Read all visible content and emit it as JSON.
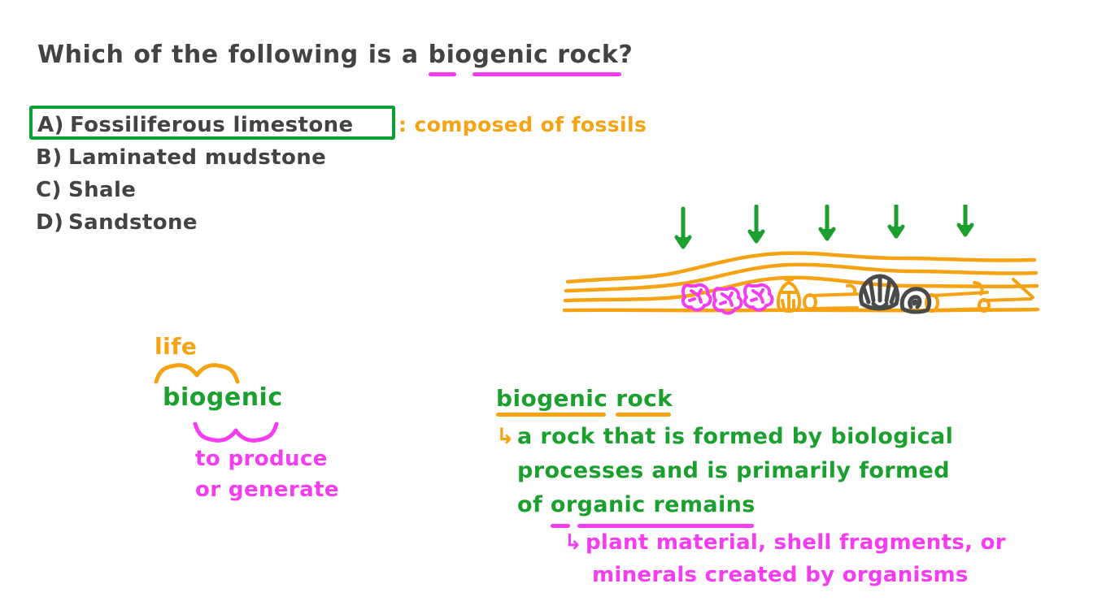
{
  "question": {
    "prefix": "Which of the following is a",
    "words": [
      "Which",
      "of",
      "the",
      "following",
      "is",
      "a"
    ],
    "term_part1": "bio",
    "term_part2": "genic rock?",
    "full": "Which of the following is a biogenic rock?"
  },
  "options": [
    {
      "label": "A)",
      "text": "Fossiliferous limestone",
      "correct": true,
      "note": ": composed of fossils"
    },
    {
      "label": "B)",
      "text": "Laminated mudstone",
      "correct": false
    },
    {
      "label": "C)",
      "text": "Shale",
      "correct": false
    },
    {
      "label": "D)",
      "text": "Sandstone",
      "correct": false
    }
  ],
  "breakdown": {
    "root_meaning_top": "life",
    "word": "biogenic",
    "meaning_line1": "to produce",
    "meaning_line2": "or generate"
  },
  "definition": {
    "term_word1": "biogenic",
    "term_word2": "rock",
    "arrow": "↳",
    "line1": "a rock that is formed by biological",
    "line2": "processes and is primarily formed",
    "line3_prefix": "of",
    "line3_word1": "or",
    "line3_word2": "ganic remains"
  },
  "examples": {
    "arrow": "↳",
    "line1": "plant material, shell fragments, or",
    "line2": "minerals created by organisms"
  },
  "diagram": {
    "name": "sedimentary-rock-cross-section",
    "arrow_count": 5,
    "arrow_label": "compaction-pressure-arrow",
    "strata_color": "#f5a313",
    "coral_color": "#f63cf0",
    "shell_color": "#4a4a4a",
    "arrow_color": "#1ba02f",
    "fossils": [
      "coral",
      "coral",
      "coral",
      "ammonite",
      "log",
      "scallop-shell",
      "snail-shell",
      "log",
      "log"
    ]
  },
  "colors": {
    "text": "#434343",
    "green": "#1ba02f",
    "box_green": "#0aa033",
    "orange": "#f5a313",
    "magenta": "#f63cf0",
    "background": "#ffffff"
  }
}
